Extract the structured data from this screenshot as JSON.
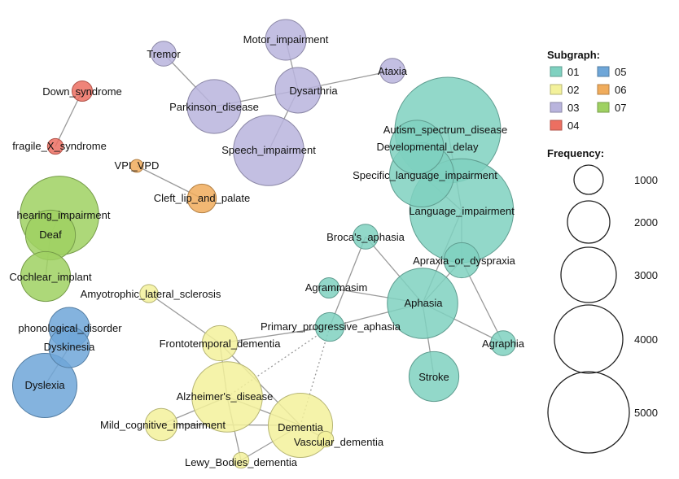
{
  "legend": {
    "subgraph_title": "Subgraph:",
    "frequency_title": "Frequency:",
    "subgraphs": [
      {
        "id": "01",
        "color": "#7fd1c0"
      },
      {
        "id": "02",
        "color": "#f3f19b"
      },
      {
        "id": "03",
        "color": "#b9b4dd"
      },
      {
        "id": "04",
        "color": "#ec6f61"
      },
      {
        "id": "05",
        "color": "#6ea6d8"
      },
      {
        "id": "06",
        "color": "#f0ac5c"
      },
      {
        "id": "07",
        "color": "#9fd162"
      }
    ],
    "frequencies": [
      1000,
      2000,
      3000,
      4000,
      5000
    ]
  },
  "nodes": [
    {
      "id": "tremor",
      "label": "Tremor",
      "group": "03",
      "freq": 150
    },
    {
      "id": "motor",
      "label": "Motor_impairment",
      "group": "03",
      "freq": 400
    },
    {
      "id": "ataxia",
      "label": "Ataxia",
      "group": "03",
      "freq": 150
    },
    {
      "id": "dysarthria",
      "label": "Dysarthria",
      "group": "03",
      "freq": 500
    },
    {
      "id": "parkinson",
      "label": "Parkinson_disease",
      "group": "03",
      "freq": 700
    },
    {
      "id": "speech",
      "label": "Speech_impairment",
      "group": "03",
      "freq": 1200
    },
    {
      "id": "down",
      "label": "Down_syndrome",
      "group": "04",
      "freq": 100
    },
    {
      "id": "fragilex",
      "label": "fragile_X_syndrome",
      "group": "04",
      "freq": 60
    },
    {
      "id": "vpi",
      "label": "VPI_VPD",
      "group": "06",
      "freq": 40
    },
    {
      "id": "cleft",
      "label": "Cleft_lip_and_palate",
      "group": "06",
      "freq": 200
    },
    {
      "id": "hearing",
      "label": "hearing_impairment",
      "group": "07",
      "freq": 1500
    },
    {
      "id": "deaf",
      "label": "Deaf",
      "group": "07",
      "freq": 600
    },
    {
      "id": "cochlear",
      "label": "Cochlear_implant",
      "group": "07",
      "freq": 600
    },
    {
      "id": "phono",
      "label": "phonological_disorder",
      "group": "05",
      "freq": 400
    },
    {
      "id": "dyskinesia",
      "label": "Dyskinesia",
      "group": "05",
      "freq": 400
    },
    {
      "id": "dyslexia",
      "label": "Dyslexia",
      "group": "05",
      "freq": 1000
    },
    {
      "id": "autism",
      "label": "Autism_spectrum_disease",
      "group": "01",
      "freq": 2700
    },
    {
      "id": "devdelay",
      "label": "Developmental_delay",
      "group": "01",
      "freq": 700
    },
    {
      "id": "sli",
      "label": "Specific_language_impairment",
      "group": "01",
      "freq": 1000
    },
    {
      "id": "langimp",
      "label": "Language_impairment",
      "group": "01",
      "freq": 2600
    },
    {
      "id": "broca",
      "label": "Broca's_aphasia",
      "group": "01",
      "freq": 150
    },
    {
      "id": "apraxia",
      "label": "Apraxia_or_dyspraxia",
      "group": "01",
      "freq": 300
    },
    {
      "id": "agrammatism",
      "label": "Agrammasim",
      "group": "01",
      "freq": 100
    },
    {
      "id": "aphasia",
      "label": "Aphasia",
      "group": "01",
      "freq": 1200
    },
    {
      "id": "ppa",
      "label": "Primary_progressive_aphasia",
      "group": "01",
      "freq": 200
    },
    {
      "id": "agraphia",
      "label": "Agraphia",
      "group": "01",
      "freq": 150
    },
    {
      "id": "stroke",
      "label": "Stroke",
      "group": "01",
      "freq": 600
    },
    {
      "id": "als",
      "label": "Amyotrophic_lateral_sclerosis",
      "group": "02",
      "freq": 80
    },
    {
      "id": "ftd",
      "label": "Frontotemporal_dementia",
      "group": "02",
      "freq": 300
    },
    {
      "id": "ad",
      "label": "Alzheimer's_disease",
      "group": "02",
      "freq": 1200
    },
    {
      "id": "mci",
      "label": "Mild_cognitive_impairment",
      "group": "02",
      "freq": 250
    },
    {
      "id": "dementia",
      "label": "Dementia",
      "group": "02",
      "freq": 1000
    },
    {
      "id": "vascular",
      "label": "Vascular_dementia",
      "group": "02",
      "freq": 60
    },
    {
      "id": "lewy",
      "label": "Lewy_Bodies_dementia",
      "group": "02",
      "freq": 60
    }
  ],
  "edges": [
    {
      "source": "tremor",
      "target": "parkinson",
      "style": "solid"
    },
    {
      "source": "motor",
      "target": "dysarthria",
      "style": "solid"
    },
    {
      "source": "dysarthria",
      "target": "ataxia",
      "style": "solid"
    },
    {
      "source": "dysarthria",
      "target": "parkinson",
      "style": "solid"
    },
    {
      "source": "dysarthria",
      "target": "speech",
      "style": "solid"
    },
    {
      "source": "down",
      "target": "fragilex",
      "style": "solid"
    },
    {
      "source": "vpi",
      "target": "cleft",
      "style": "solid"
    },
    {
      "source": "hearing",
      "target": "deaf",
      "style": "solid"
    },
    {
      "source": "deaf",
      "target": "cochlear",
      "style": "solid"
    },
    {
      "source": "phono",
      "target": "dyskinesia",
      "style": "solid"
    },
    {
      "source": "dyskinesia",
      "target": "dyslexia",
      "style": "solid"
    },
    {
      "source": "autism",
      "target": "devdelay",
      "style": "solid"
    },
    {
      "source": "devdelay",
      "target": "sli",
      "style": "solid"
    },
    {
      "source": "sli",
      "target": "langimp",
      "style": "solid"
    },
    {
      "source": "autism",
      "target": "langimp",
      "style": "solid"
    },
    {
      "source": "langimp",
      "target": "aphasia",
      "style": "solid"
    },
    {
      "source": "langimp",
      "target": "apraxia",
      "style": "solid"
    },
    {
      "source": "broca",
      "target": "aphasia",
      "style": "solid"
    },
    {
      "source": "broca",
      "target": "ppa",
      "style": "solid"
    },
    {
      "source": "agrammatism",
      "target": "aphasia",
      "style": "solid"
    },
    {
      "source": "ppa",
      "target": "aphasia",
      "style": "solid"
    },
    {
      "source": "apraxia",
      "target": "aphasia",
      "style": "solid"
    },
    {
      "source": "apraxia",
      "target": "agraphia",
      "style": "solid"
    },
    {
      "source": "aphasia",
      "target": "agraphia",
      "style": "solid"
    },
    {
      "source": "aphasia",
      "target": "stroke",
      "style": "solid"
    },
    {
      "source": "ppa",
      "target": "ftd",
      "style": "solid"
    },
    {
      "source": "als",
      "target": "ftd",
      "style": "solid"
    },
    {
      "source": "ftd",
      "target": "ad",
      "style": "solid"
    },
    {
      "source": "ftd",
      "target": "dementia",
      "style": "solid"
    },
    {
      "source": "ad",
      "target": "dementia",
      "style": "solid"
    },
    {
      "source": "ad",
      "target": "mci",
      "style": "solid"
    },
    {
      "source": "ad",
      "target": "lewy",
      "style": "solid"
    },
    {
      "source": "mci",
      "target": "dementia",
      "style": "solid"
    },
    {
      "source": "dementia",
      "target": "vascular",
      "style": "solid"
    },
    {
      "source": "dementia",
      "target": "lewy",
      "style": "solid"
    },
    {
      "source": "ppa",
      "target": "ad",
      "style": "dotted"
    },
    {
      "source": "ppa",
      "target": "dementia",
      "style": "dotted"
    }
  ]
}
